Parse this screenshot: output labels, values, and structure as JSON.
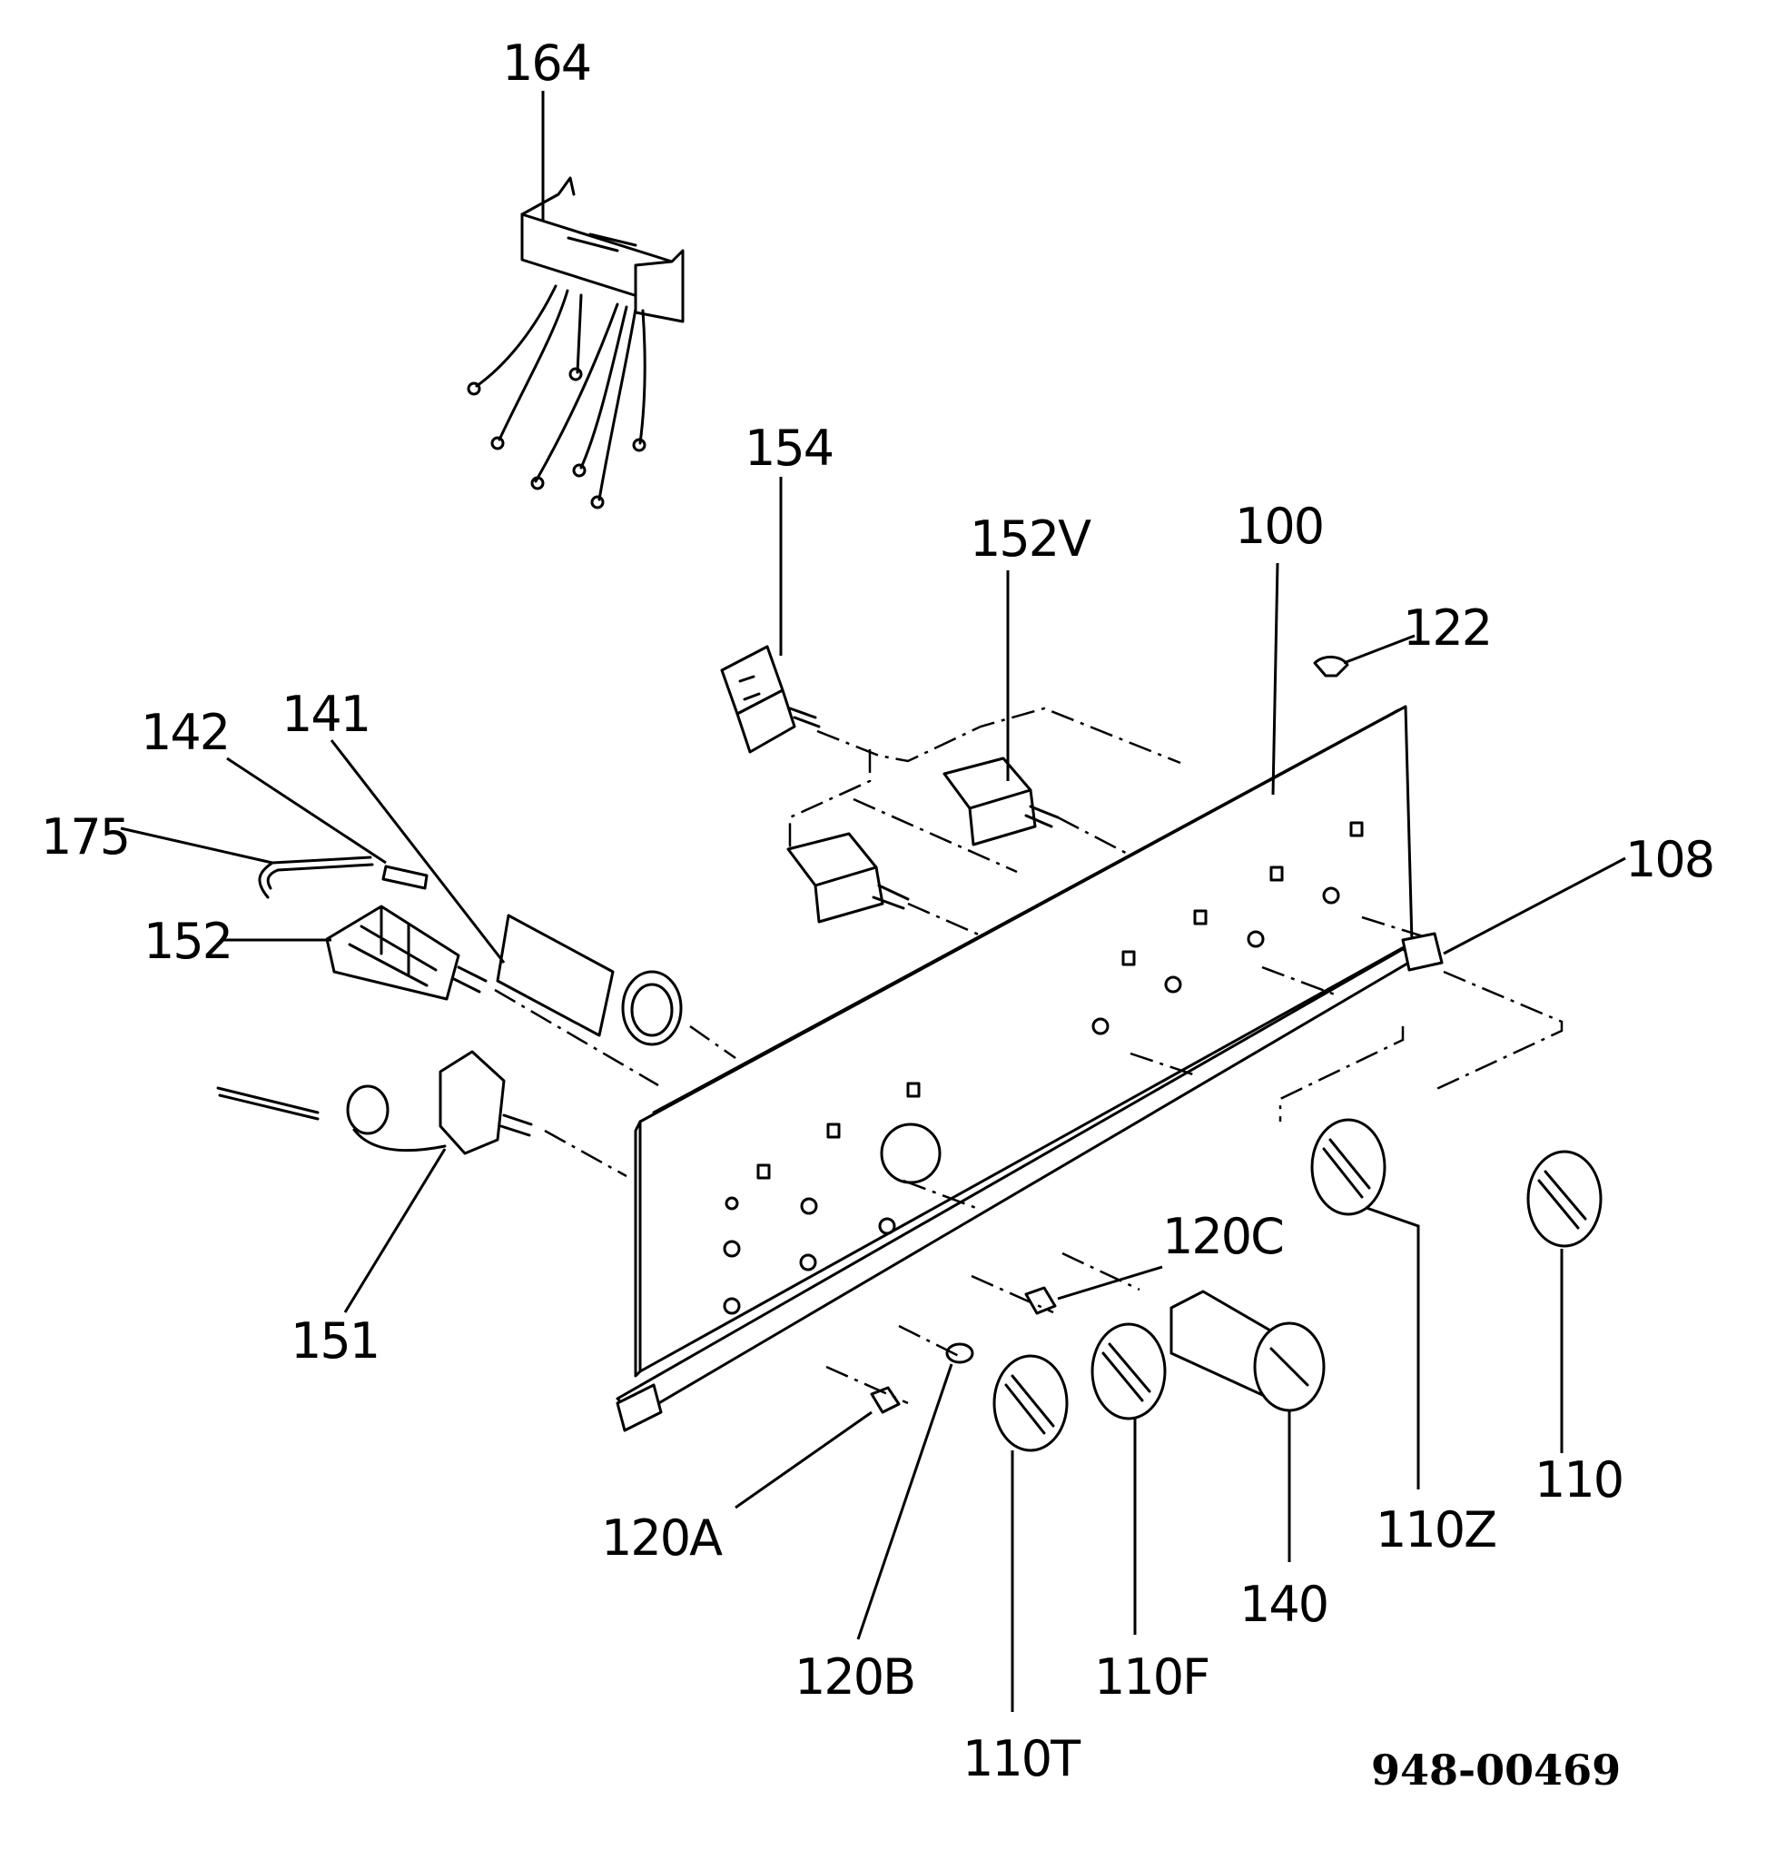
{
  "diagram": {
    "labels": {
      "l164": "164",
      "l154": "154",
      "l152v": "152V",
      "l100": "100",
      "l122": "122",
      "l142": "142",
      "l141": "141",
      "l175": "175",
      "l152": "152",
      "l108": "108",
      "l151": "151",
      "l120c": "120C",
      "l110": "110",
      "l110z": "110Z",
      "l140": "140",
      "l120a": "120A",
      "l120b": "120B",
      "l110f": "110F",
      "l110t": "110T"
    },
    "reference": "948-00469"
  }
}
